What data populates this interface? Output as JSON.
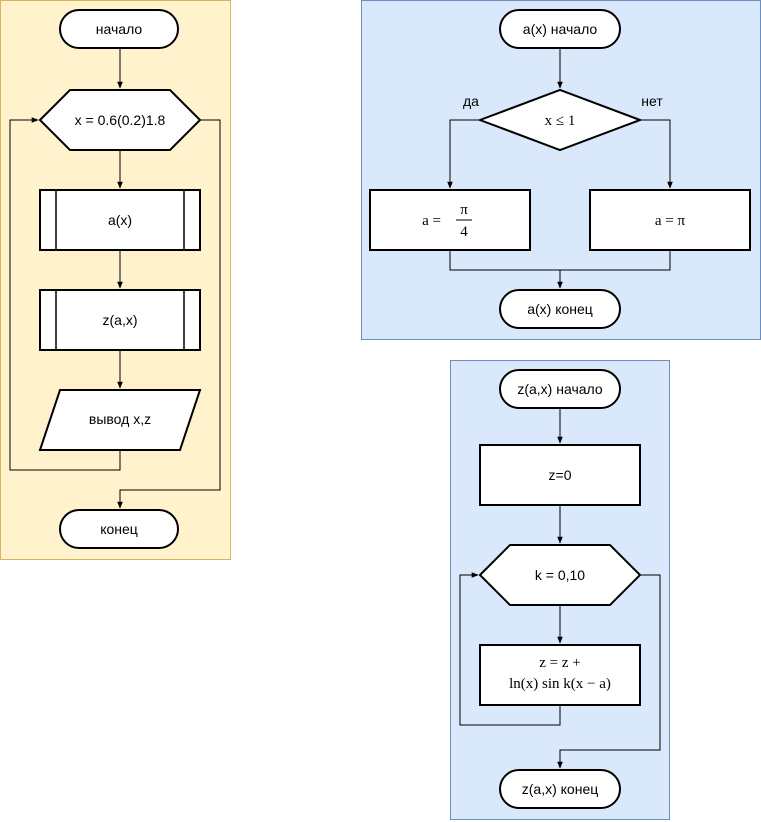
{
  "colors": {
    "main_panel_fill": "#fff2cc",
    "main_panel_border": "#d6b656",
    "sub_panel_fill": "#dae8fc",
    "sub_panel_border": "#6c8ebf"
  },
  "main": {
    "start": "начало",
    "loop": "x = 0.6(0.2)1.8",
    "call_a": "a(x)",
    "call_z": "z(a,x)",
    "output": "вывод x,z",
    "end": "конец"
  },
  "a_func": {
    "start": "a(x) начало",
    "condition": "x ≤ 1",
    "yes": "да",
    "no": "нет",
    "assign_yes_lhs": "a =",
    "assign_yes_num": "π",
    "assign_yes_den": "4",
    "assign_no": "a = π",
    "end": "a(x) конец"
  },
  "z_func": {
    "start": "z(a,x) начало",
    "init": "z=0",
    "loop": "k = 0,10",
    "body_line1": "z = z +",
    "body_line2": "ln(x) sin k(x − a)",
    "end": "z(a,x) конец"
  }
}
